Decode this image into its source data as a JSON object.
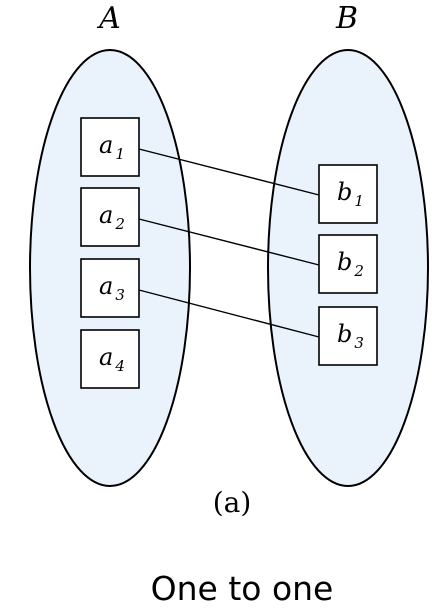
{
  "diagram": {
    "set_a": {
      "label": "A",
      "elements": [
        {
          "base": "a",
          "sub": "1"
        },
        {
          "base": "a",
          "sub": "2"
        },
        {
          "base": "a",
          "sub": "3"
        },
        {
          "base": "a",
          "sub": "4"
        }
      ]
    },
    "set_b": {
      "label": "B",
      "elements": [
        {
          "base": "b",
          "sub": "1"
        },
        {
          "base": "b",
          "sub": "2"
        },
        {
          "base": "b",
          "sub": "3"
        }
      ]
    },
    "mappings": [
      [
        0,
        0
      ],
      [
        1,
        1
      ],
      [
        2,
        2
      ]
    ],
    "caption": "(a)",
    "subtitle": "One to one",
    "colors": {
      "set_fill": "#eaf2fb",
      "stroke": "#000000"
    }
  }
}
